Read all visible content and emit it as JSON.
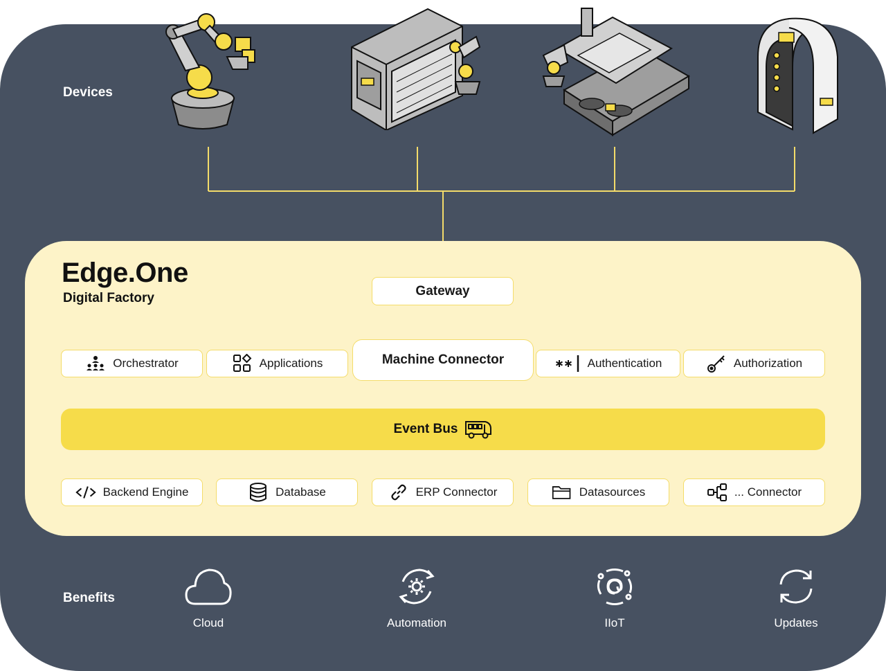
{
  "sections": {
    "devices": "Devices",
    "benefits": "Benefits"
  },
  "devices": [
    {
      "icon": "robot-arm-icon"
    },
    {
      "icon": "machining-center-icon"
    },
    {
      "icon": "assembly-machine-icon"
    },
    {
      "icon": "booth-machine-icon"
    }
  ],
  "edge": {
    "title": "Edge.One",
    "subtitle": "Digital Factory",
    "gateway": "Gateway",
    "machine_connector": "Machine Connector",
    "event_bus": "Event Bus"
  },
  "top_modules": [
    {
      "label": "Orchestrator",
      "icon": "orchestrator-icon"
    },
    {
      "label": "Applications",
      "icon": "applications-icon"
    },
    {
      "label": "Authentication",
      "icon": "authentication-icon"
    },
    {
      "label": "Authorization",
      "icon": "key-icon"
    }
  ],
  "bottom_modules": [
    {
      "label": "Backend Engine",
      "icon": "code-icon"
    },
    {
      "label": "Database",
      "icon": "database-icon"
    },
    {
      "label": "ERP Connector",
      "icon": "link-icon"
    },
    {
      "label": "Datasources",
      "icon": "folder-icon"
    },
    {
      "label": "... Connector",
      "icon": "nodes-icon"
    }
  ],
  "benefits": [
    {
      "label": "Cloud",
      "icon": "cloud-icon"
    },
    {
      "label": "Automation",
      "icon": "automation-icon"
    },
    {
      "label": "IIoT",
      "icon": "iiot-icon"
    },
    {
      "label": "Updates",
      "icon": "updates-icon"
    }
  ],
  "colors": {
    "panel": "#475161",
    "edge_bg": "#fdf3c8",
    "accent": "#f6dc4a",
    "line": "#f4dc6a"
  }
}
